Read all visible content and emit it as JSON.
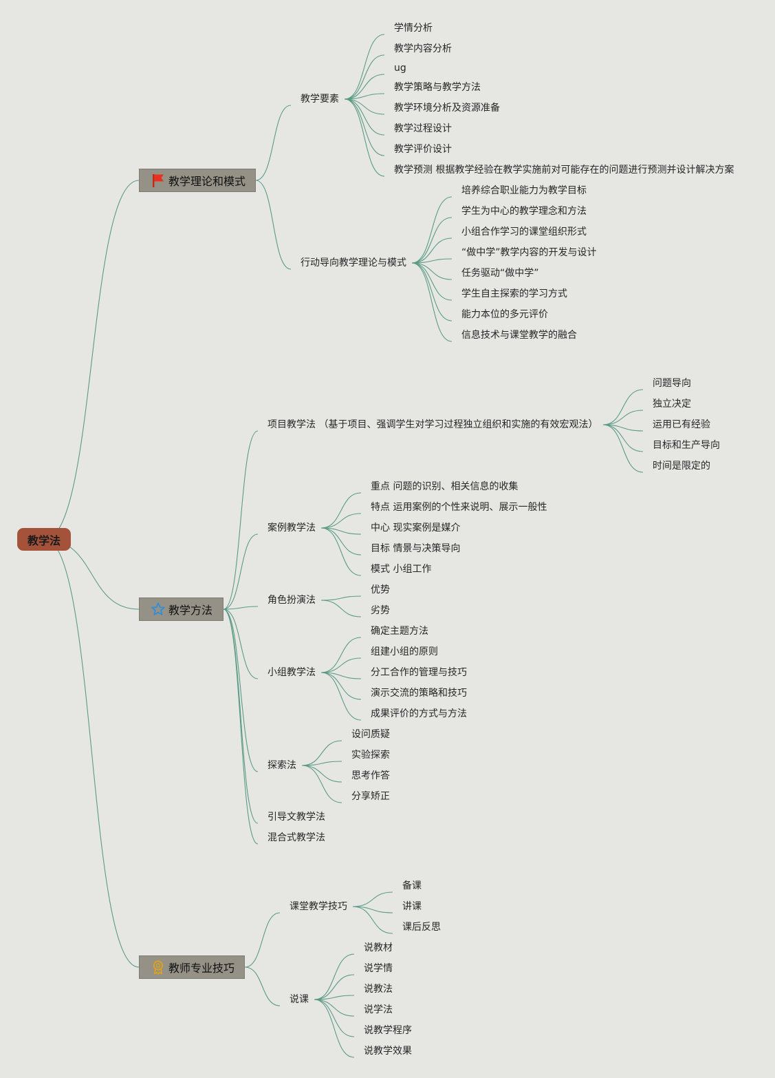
{
  "root": {
    "id": "root",
    "label": "教学法"
  },
  "branches": [
    {
      "id": "b1",
      "label": "教学理论和模式",
      "icon": "flag-icon",
      "icon_color": "#e8321f",
      "children": [
        {
          "id": "b1c1",
          "label": "教学要素",
          "children": [
            "学情分析",
            "教学内容分析",
            "ug",
            "教学策略与教学方法",
            "教学环境分析及资源准备",
            "教学过程设计",
            "教学评价设计",
            "教学预测 根据教学经验在教学实施前对可能存在的问题进行预测并设计解决方案"
          ]
        },
        {
          "id": "b1c2",
          "label": "行动导向教学理论与模式",
          "children": [
            "培养综合职业能力为教学目标",
            "学生为中心的教学理念和方法",
            "小组合作学习的课堂组织形式",
            "“做中学”教学内容的开发与设计",
            "任务驱动“做中学”",
            "学生自主探索的学习方式",
            "能力本位的多元评价",
            "信息技术与课堂教学的融合"
          ]
        }
      ]
    },
    {
      "id": "b2",
      "label": "教学方法",
      "icon": "star-icon",
      "icon_color": "#2f8fd8",
      "children": [
        {
          "id": "b2c1",
          "label": "项目教学法 （基于项目、强调学生对学习过程独立组织和实施的有效宏观法）",
          "children": [
            "问题导向",
            "独立决定",
            "运用已有经验",
            "目标和生产导向",
            "时间是限定的"
          ]
        },
        {
          "id": "b2c2",
          "label": "案例教学法",
          "children": [
            "重点 问题的识别、相关信息的收集",
            "特点 运用案例的个性来说明、展示一般性",
            "中心 现实案例是媒介",
            "目标 情景与决策导向",
            "模式 小组工作"
          ]
        },
        {
          "id": "b2c3",
          "label": "角色扮演法",
          "children": [
            "优势",
            "劣势"
          ]
        },
        {
          "id": "b2c4",
          "label": "小组教学法",
          "children": [
            "确定主题方法",
            "组建小组的原则",
            "分工合作的管理与技巧",
            "演示交流的策略和技巧",
            "成果评价的方式与方法"
          ]
        },
        {
          "id": "b2c5",
          "label": "探索法",
          "children": [
            "设问质疑",
            "实验探索",
            "思考作答",
            "分享矫正"
          ]
        },
        {
          "id": "b2c6",
          "label": "引导文教学法",
          "children": []
        },
        {
          "id": "b2c7",
          "label": "混合式教学法",
          "children": []
        }
      ]
    },
    {
      "id": "b3",
      "label": "教师专业技巧",
      "icon": "award-icon",
      "icon_color": "#e0a21a",
      "children": [
        {
          "id": "b3c1",
          "label": "课堂教学技巧",
          "children": [
            "备课",
            "讲课",
            "课后反思"
          ]
        },
        {
          "id": "b3c2",
          "label": "说课",
          "children": [
            "说教材",
            "说学情",
            "说教法",
            "说学法",
            "说教学程序",
            "说教学效果"
          ]
        }
      ]
    }
  ],
  "colors": {
    "background": "#e6e7e3",
    "link": "#5a9a86",
    "root_fill": "#a4533a",
    "branch_fill": "#959186"
  }
}
